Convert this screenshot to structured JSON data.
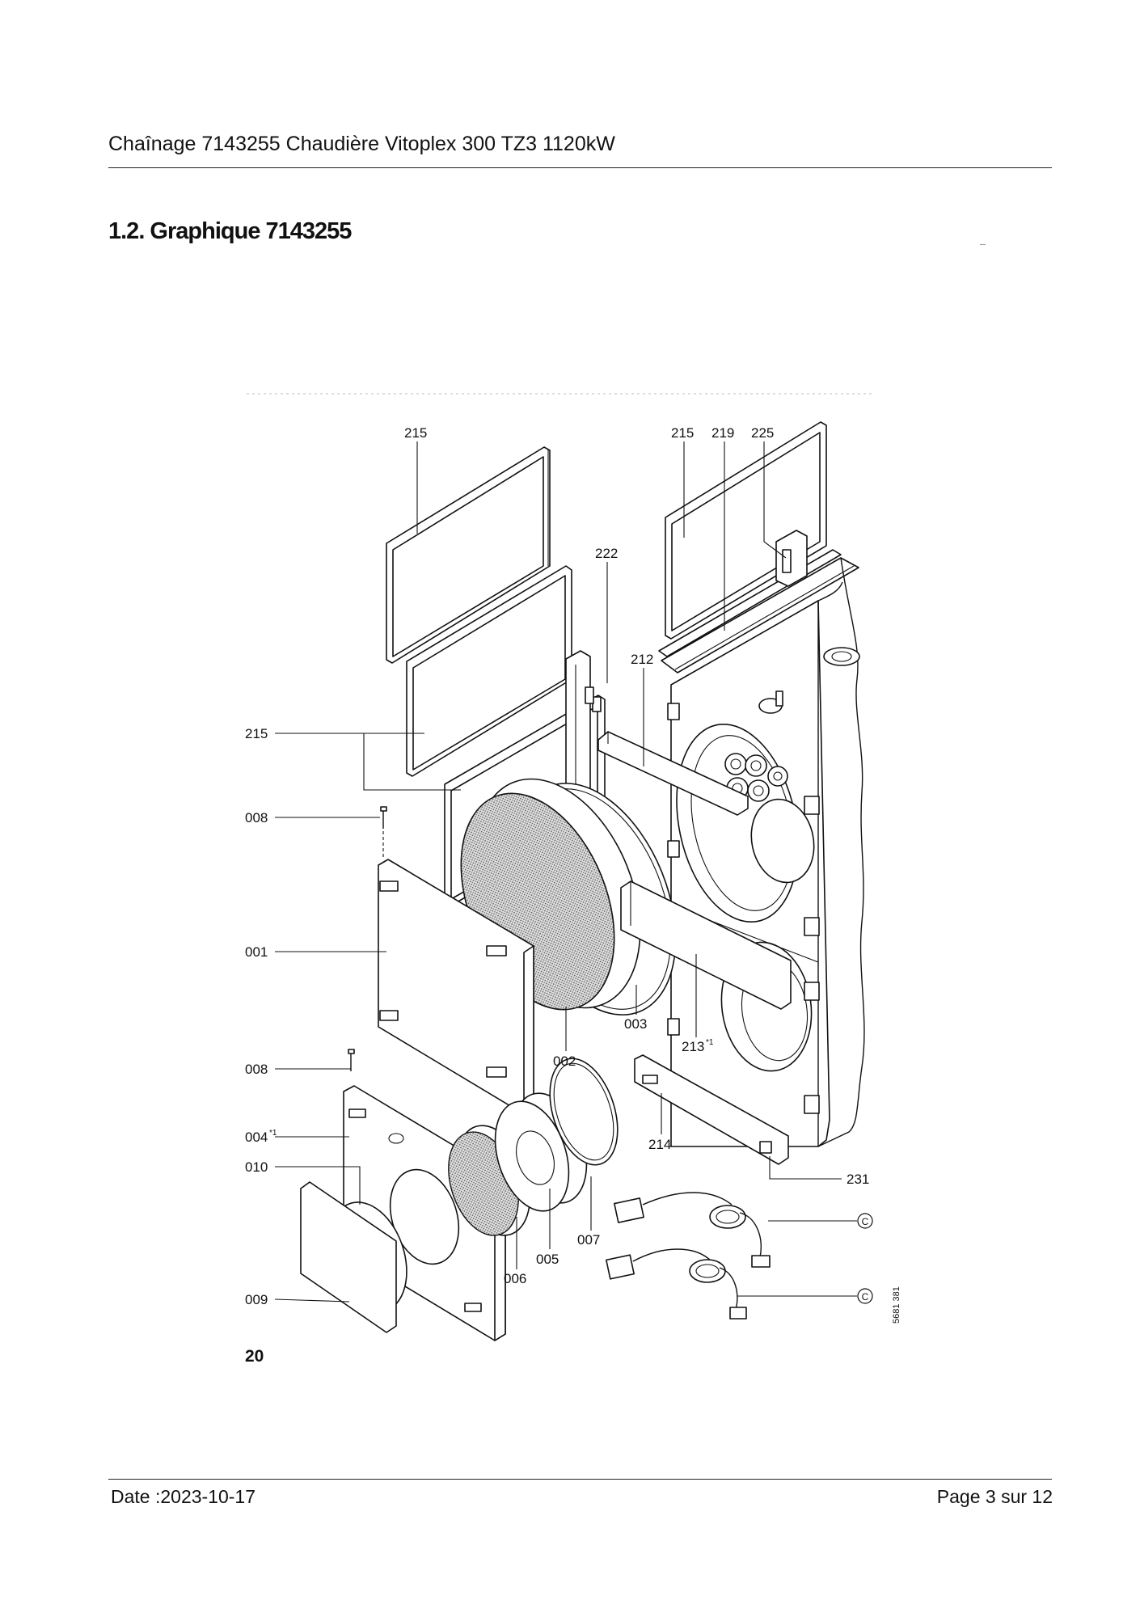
{
  "header": {
    "title": "Chaînage 7143255 Chaudière Vitoplex 300 TZ3 1120kW"
  },
  "section": {
    "title": "1.2. Graphique 7143255"
  },
  "figure": {
    "number": "20",
    "code": "5681 381",
    "connector_mark": "C",
    "labels": {
      "l215a": "215",
      "l215b": "215",
      "l219": "219",
      "l225": "225",
      "l222": "222",
      "l212": "212",
      "l215c": "215",
      "l008a": "008",
      "l001": "001",
      "l003": "003",
      "l002": "002",
      "l213": "213",
      "l213sup": "*1",
      "l008b": "008",
      "l214": "214",
      "l004": "004",
      "l004sup": "*1",
      "l010": "010",
      "l231": "231",
      "l007": "007",
      "l005": "005",
      "l006": "006",
      "l009": "009"
    }
  },
  "footer": {
    "date": "Date :2023-10-17",
    "page": "Page 3 sur  12"
  }
}
